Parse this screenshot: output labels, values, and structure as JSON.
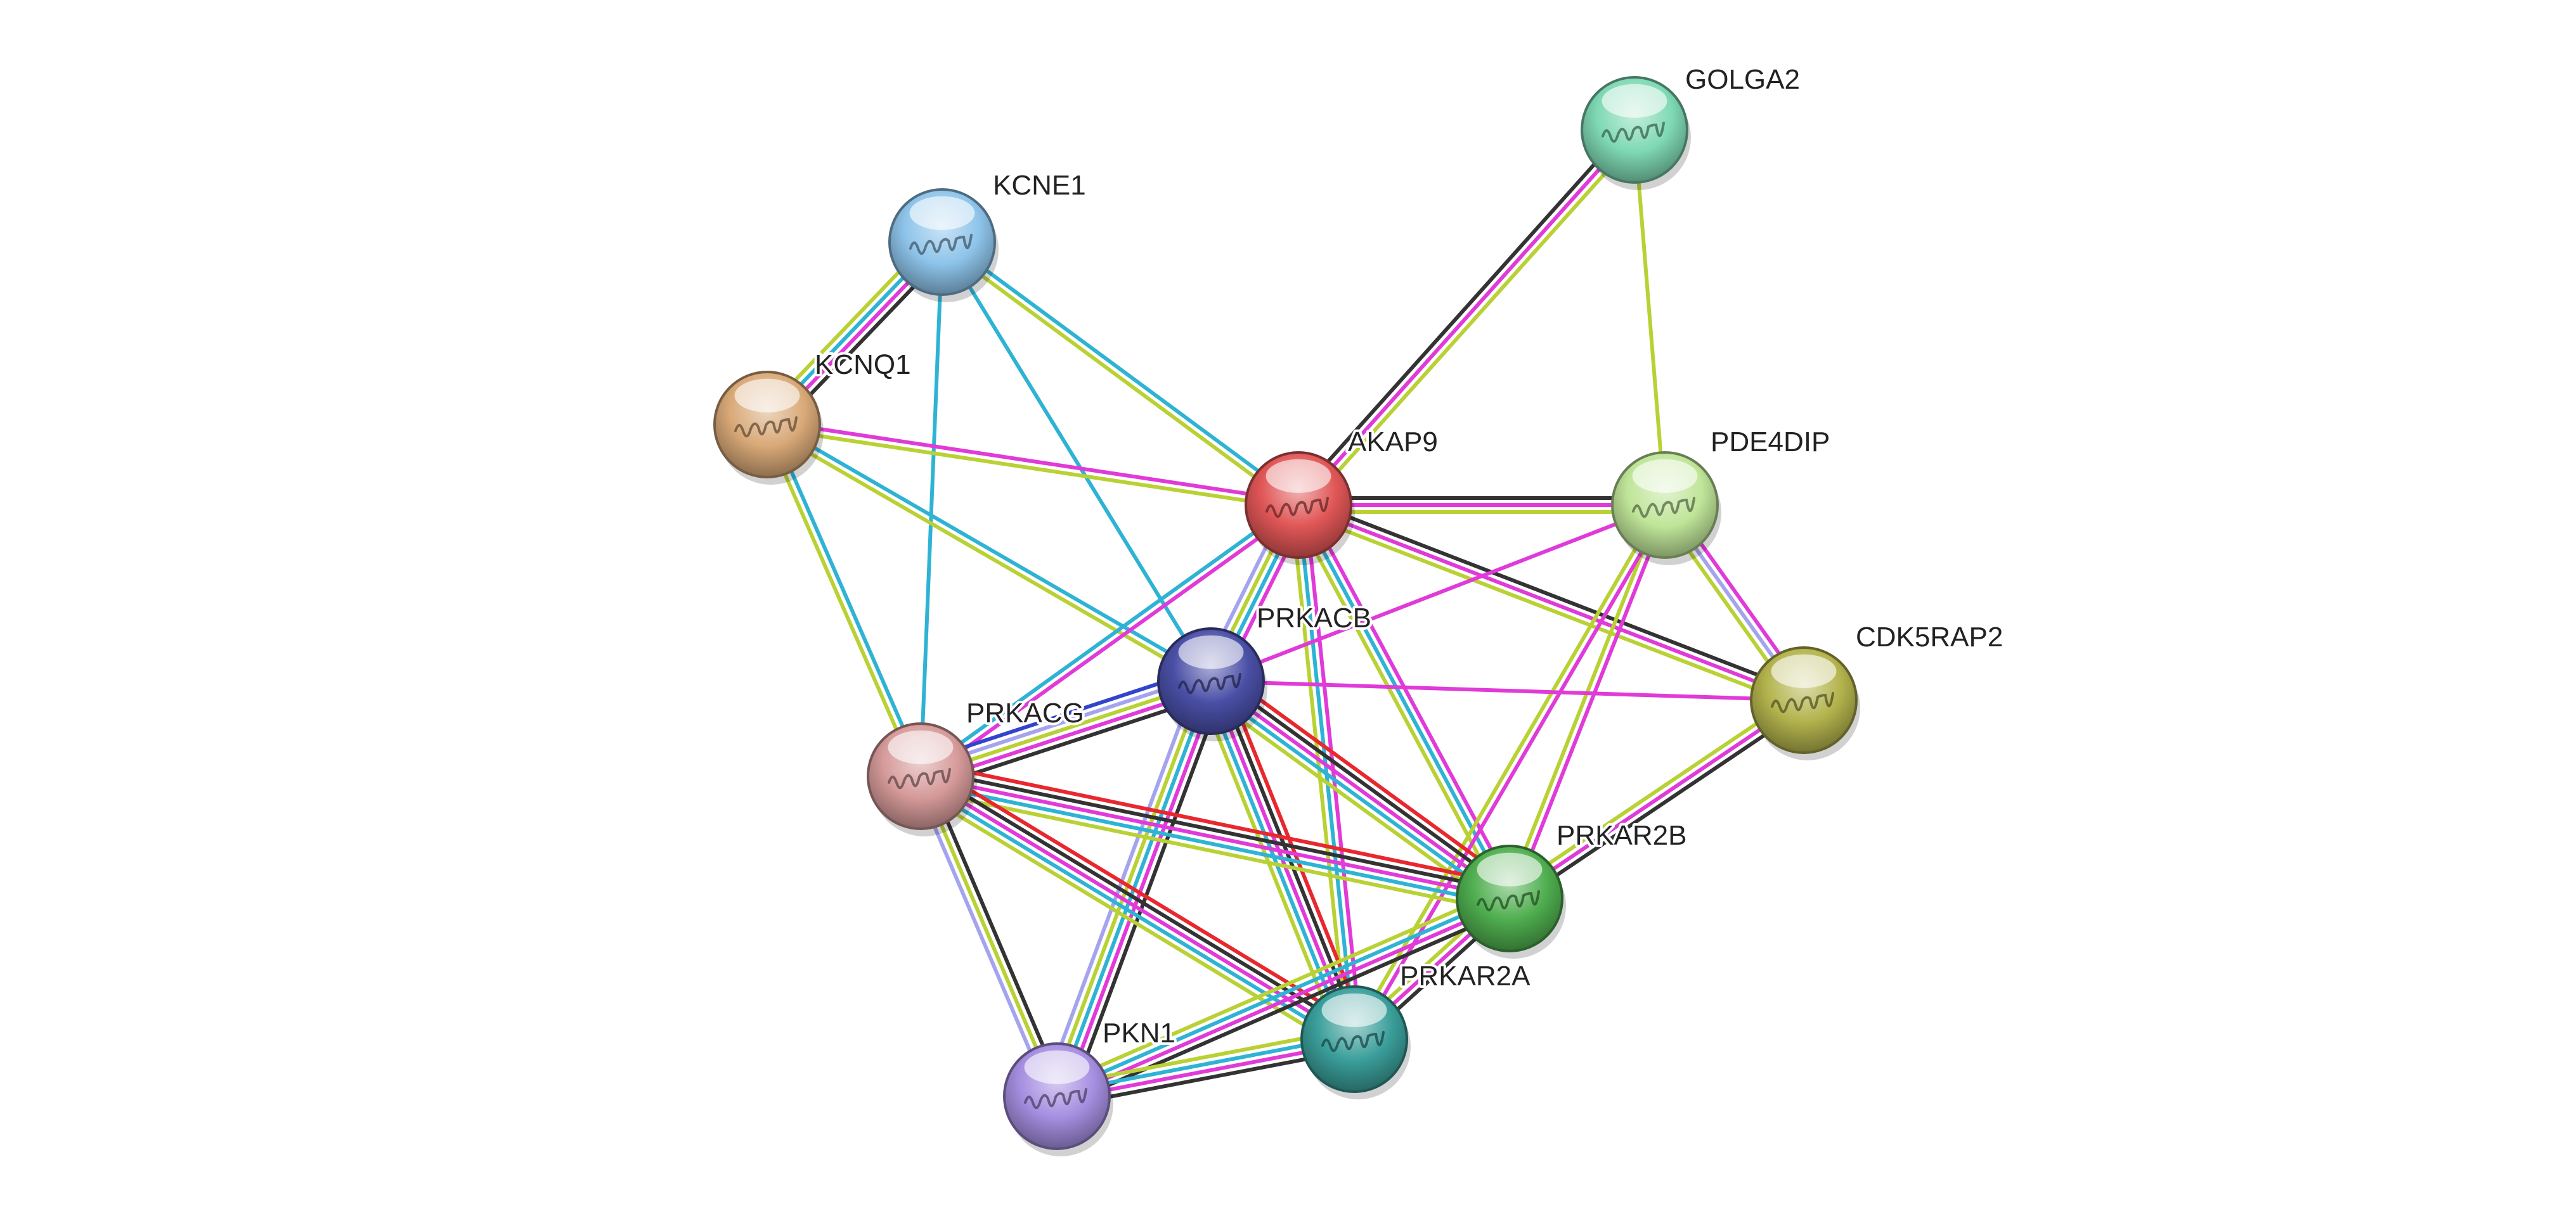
{
  "title": "Protein interaction network",
  "colors": {
    "experiments": "#e03ad8",
    "database": "#2fb3d4",
    "textmining": "#b9d134",
    "coexpression": "#333333",
    "fusion": "#e8282e",
    "homology": "#a4a4ee",
    "cooccurrence": "#3344cc"
  },
  "nodes": [
    {
      "id": "GOLGA2",
      "label": "GOLGA2",
      "color": "#7fd9b4",
      "icon": "protein-structure-icon"
    },
    {
      "id": "KCNE1",
      "label": "KCNE1",
      "color": "#8ec4ea",
      "icon": "protein-structure-icon"
    },
    {
      "id": "KCNQ1",
      "label": "KCNQ1",
      "color": "#d9a978",
      "icon": "protein-structure-icon"
    },
    {
      "id": "AKAP9",
      "label": "AKAP9",
      "color": "#e05656",
      "icon": "protein-structure-icon"
    },
    {
      "id": "PDE4DIP",
      "label": "PDE4DIP",
      "color": "#bfe598",
      "icon": "protein-structure-icon"
    },
    {
      "id": "PRKACB",
      "label": "PRKACB",
      "color": "#4a4fa6",
      "icon": "protein-structure-icon"
    },
    {
      "id": "CDK5RAP2",
      "label": "CDK5RAP2",
      "color": "#b3b34d",
      "icon": "protein-structure-icon"
    },
    {
      "id": "PRKACG",
      "label": "PRKACG",
      "color": "#d69a9a",
      "icon": "protein-structure-icon"
    },
    {
      "id": "PRKAR2B",
      "label": "PRKAR2B",
      "color": "#4fae4f",
      "icon": "protein-structure-icon"
    },
    {
      "id": "PRKAR2A",
      "label": "PRKAR2A",
      "color": "#3a9e9a",
      "icon": "protein-structure-icon"
    },
    {
      "id": "PKN1",
      "label": "PKN1",
      "color": "#a58ee0",
      "icon": "protein-structure-icon"
    }
  ],
  "edges": [
    {
      "source": "AKAP9",
      "target": "GOLGA2",
      "types": [
        "coexpression",
        "experiments",
        "textmining"
      ]
    },
    {
      "source": "GOLGA2",
      "target": "PDE4DIP",
      "types": [
        "textmining"
      ]
    },
    {
      "source": "KCNE1",
      "target": "KCNQ1",
      "types": [
        "coexpression",
        "experiments",
        "database",
        "textmining"
      ]
    },
    {
      "source": "KCNE1",
      "target": "AKAP9",
      "types": [
        "database",
        "textmining"
      ]
    },
    {
      "source": "KCNE1",
      "target": "PRKACB",
      "types": [
        "database"
      ]
    },
    {
      "source": "KCNE1",
      "target": "PRKACG",
      "types": [
        "database"
      ]
    },
    {
      "source": "KCNQ1",
      "target": "AKAP9",
      "types": [
        "experiments",
        "textmining"
      ]
    },
    {
      "source": "KCNQ1",
      "target": "PRKACB",
      "types": [
        "database",
        "textmining"
      ]
    },
    {
      "source": "KCNQ1",
      "target": "PRKACG",
      "types": [
        "database",
        "textmining"
      ]
    },
    {
      "source": "AKAP9",
      "target": "PDE4DIP",
      "types": [
        "coexpression",
        "experiments",
        "textmining"
      ]
    },
    {
      "source": "AKAP9",
      "target": "CDK5RAP2",
      "types": [
        "coexpression",
        "experiments",
        "textmining"
      ]
    },
    {
      "source": "AKAP9",
      "target": "PRKACB",
      "types": [
        "experiments",
        "database",
        "textmining",
        "homology"
      ]
    },
    {
      "source": "AKAP9",
      "target": "PRKACG",
      "types": [
        "experiments",
        "database"
      ]
    },
    {
      "source": "AKAP9",
      "target": "PRKAR2B",
      "types": [
        "experiments",
        "database",
        "textmining"
      ]
    },
    {
      "source": "AKAP9",
      "target": "PRKAR2A",
      "types": [
        "experiments",
        "database",
        "textmining"
      ]
    },
    {
      "source": "PDE4DIP",
      "target": "CDK5RAP2",
      "types": [
        "experiments",
        "homology",
        "textmining"
      ]
    },
    {
      "source": "PDE4DIP",
      "target": "PRKACB",
      "types": [
        "experiments"
      ]
    },
    {
      "source": "PDE4DIP",
      "target": "PRKAR2B",
      "types": [
        "experiments",
        "textmining"
      ]
    },
    {
      "source": "PDE4DIP",
      "target": "PRKAR2A",
      "types": [
        "experiments",
        "textmining"
      ]
    },
    {
      "source": "PRKACB",
      "target": "CDK5RAP2",
      "types": [
        "experiments"
      ]
    },
    {
      "source": "CDK5RAP2",
      "target": "PRKAR2B",
      "types": [
        "coexpression",
        "experiments",
        "textmining"
      ]
    },
    {
      "source": "PRKACB",
      "target": "PRKACG",
      "types": [
        "coexpression",
        "experiments",
        "textmining",
        "homology",
        "cooccurrence"
      ]
    },
    {
      "source": "PRKACB",
      "target": "PRKAR2B",
      "types": [
        "fusion",
        "coexpression",
        "experiments",
        "database",
        "textmining"
      ]
    },
    {
      "source": "PRKACB",
      "target": "PRKAR2A",
      "types": [
        "fusion",
        "coexpression",
        "experiments",
        "database",
        "textmining"
      ]
    },
    {
      "source": "PRKACB",
      "target": "PKN1",
      "types": [
        "coexpression",
        "experiments",
        "database",
        "textmining",
        "homology"
      ]
    },
    {
      "source": "PRKACG",
      "target": "PRKAR2B",
      "types": [
        "fusion",
        "coexpression",
        "experiments",
        "database",
        "textmining"
      ]
    },
    {
      "source": "PRKACG",
      "target": "PRKAR2A",
      "types": [
        "fusion",
        "coexpression",
        "experiments",
        "database",
        "textmining"
      ]
    },
    {
      "source": "PRKACG",
      "target": "PKN1",
      "types": [
        "coexpression",
        "textmining",
        "homology"
      ]
    },
    {
      "source": "PRKAR2B",
      "target": "PRKAR2A",
      "types": [
        "coexpression",
        "experiments",
        "textmining"
      ]
    },
    {
      "source": "PRKAR2B",
      "target": "PKN1",
      "types": [
        "coexpression",
        "experiments",
        "database",
        "textmining"
      ]
    },
    {
      "source": "PRKAR2A",
      "target": "PKN1",
      "types": [
        "coexpression",
        "experiments",
        "database",
        "textmining"
      ]
    }
  ]
}
